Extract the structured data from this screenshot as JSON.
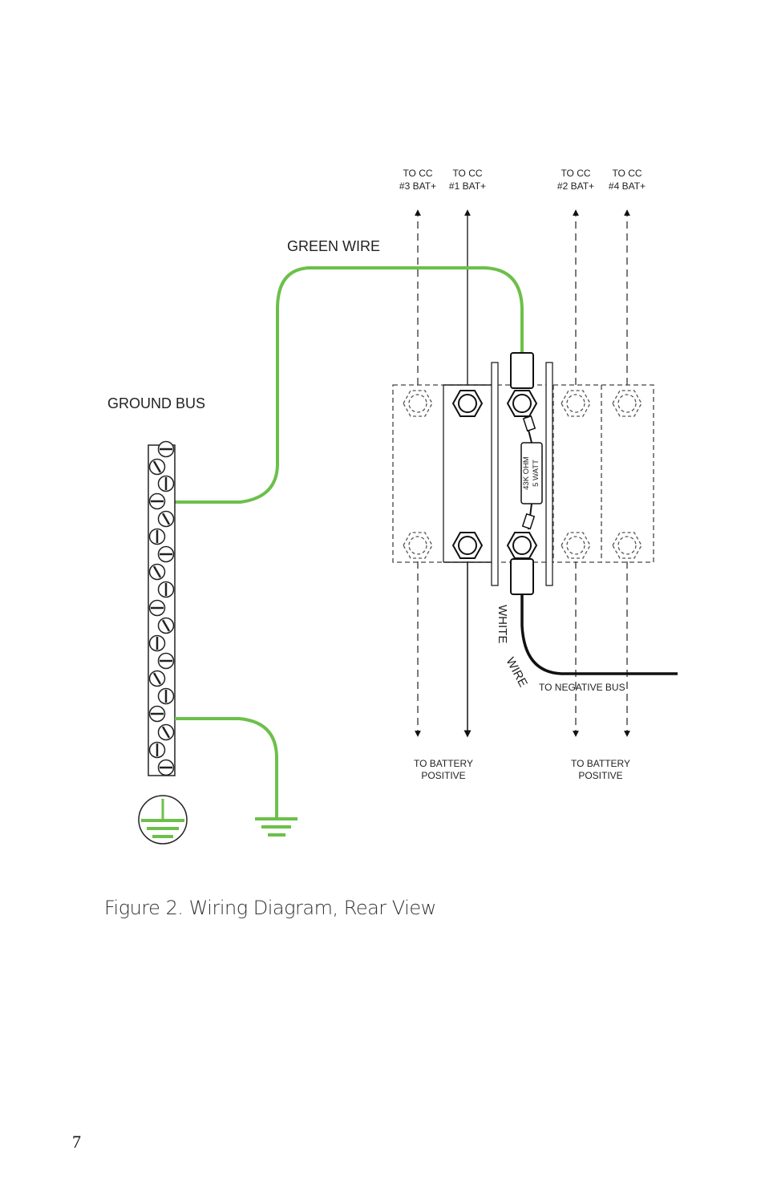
{
  "labels": {
    "to_cc_3_l1": "TO CC",
    "to_cc_3_l2": "#3 BAT+",
    "to_cc_1_l1": "TO CC",
    "to_cc_1_l2": "#1 BAT+",
    "to_cc_2_l1": "TO CC",
    "to_cc_2_l2": "#2 BAT+",
    "to_cc_4_l1": "TO CC",
    "to_cc_4_l2": "#4 BAT+",
    "green_wire": "GREEN WIRE",
    "ground_bus": "GROUND BUS",
    "resistor_l1": "43K OHM",
    "resistor_l2": "5 WATT",
    "white_wire_1": "WHITE",
    "white_wire_2": "WIRE",
    "to_negative_bus": "TO NEGATIVE BUS",
    "to_battery_left_l1": "TO BATTERY",
    "to_battery_left_l2": "POSITIVE",
    "to_battery_right_l1": "TO BATTERY",
    "to_battery_right_l2": "POSITIVE"
  },
  "caption": "Figure 2.  Wiring Diagram, Rear View",
  "page_number": "7",
  "colors": {
    "green_wire": "#6cc04a",
    "black_wire": "#111111",
    "outline": "#333333"
  }
}
